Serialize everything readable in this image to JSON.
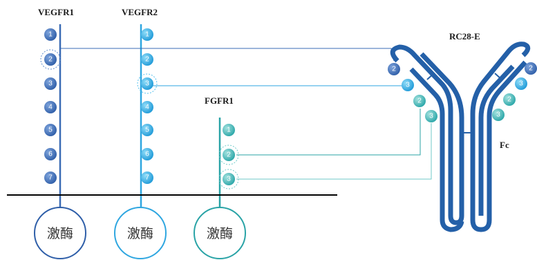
{
  "labels": {
    "vegfr1": "VEGFR1",
    "vegfr2": "VEGFR2",
    "fgfr1": "FGFR1",
    "antibody": "RC28-E",
    "fc": "Fc"
  },
  "receptors": {
    "vegfr1": {
      "domains": [
        "1",
        "2",
        "3",
        "4",
        "5",
        "6",
        "7"
      ],
      "kinase": "激酶"
    },
    "vegfr2": {
      "domains": [
        "1",
        "2",
        "3",
        "4",
        "5",
        "6",
        "7"
      ],
      "kinase": "激酶"
    },
    "fgfr1": {
      "domains": [
        "1",
        "2",
        "3"
      ],
      "kinase": "激酶"
    }
  },
  "antibody": {
    "left_arm_domains": [
      "2",
      "3",
      "2",
      "3"
    ],
    "right_arm_domains": [
      "2",
      "3",
      "2",
      "3"
    ]
  },
  "colors": {
    "vegfr1": "#3a6bb4",
    "vegfr1_light": "#5d8ccd",
    "vegfr2": "#2ea6e0",
    "vegfr2_light": "#52c0ee",
    "fgfr1": "#29a3a6",
    "fgfr1_light": "#6fcac9",
    "antibody": "#2460a8",
    "membrane": "#000000"
  }
}
